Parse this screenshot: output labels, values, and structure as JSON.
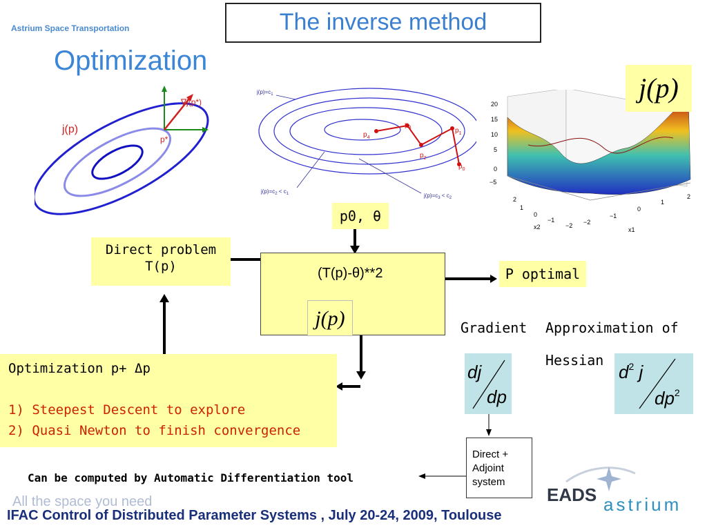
{
  "brand": "Astrium Space Transportation",
  "title": "The inverse method",
  "subtitle": "Optimization",
  "diagram_left": {
    "jp_label": "j(p)",
    "grad_label": "∇j(p*)",
    "pstar_label": "p*"
  },
  "contour_plot": {
    "labels": {
      "c1": "j(p)=c",
      "c1_sub": "1",
      "c2": "j(p)=c",
      "c2_sub": "2",
      "c2_tail": " < c",
      "c2_tail_sub": "1",
      "c3": "j(p)=c",
      "c3_sub": "3",
      "c3_tail": " < c",
      "c3_tail_sub": "2"
    },
    "points": [
      {
        "name": "p",
        "sub": "0"
      },
      {
        "name": "p",
        "sub": "1"
      },
      {
        "name": "p",
        "sub": "2"
      },
      {
        "name": "p",
        "sub": "3"
      },
      {
        "name": "p",
        "sub": "4"
      }
    ]
  },
  "surface_plot": {
    "z_ticks": [
      "20",
      "15",
      "10",
      "5",
      "0",
      "−5"
    ],
    "x2_ticks": [
      "2",
      "1",
      "0",
      "−1",
      "−2"
    ],
    "x1_ticks": [
      "−2",
      "−1",
      "0",
      "1",
      "2"
    ],
    "x2_label": "x2",
    "x1_label": "x1"
  },
  "jp_big": "j(p)",
  "direct_problem": {
    "line1": "Direct problem",
    "line2": "T(p)"
  },
  "cost": {
    "label": "(T(p)-θ)**2",
    "jp": "j(p)"
  },
  "p0_theta": "p0, θ",
  "p_optimal": "P optimal",
  "gradient_label": "Gradient",
  "hessian_label_1": "Approximation of",
  "hessian_label_2": "Hessian",
  "gradient_formula": {
    "num": "dj",
    "den": "dp"
  },
  "hessian_formula": {
    "num": "d",
    "num_sup": "2",
    "num_tail": " j",
    "den": "dp",
    "den_sup": "2"
  },
  "adjoint": {
    "line1": "Direct +",
    "line2": "Adjoint",
    "line3": "system"
  },
  "optimization": {
    "line1": "Optimization  p+ Δp",
    "line2": "1) Steepest Descent to explore",
    "line3": "2) Quasi Newton to finish convergence"
  },
  "auto_diff": "Can be computed by Automatic Differentiation tool",
  "tagline": "All the space you need",
  "footer": "IFAC Control of Distributed Parameter Systems , July 20-24, 2009, Toulouse",
  "logo": {
    "line1": "EADS",
    "line2": "astrium"
  },
  "colors": {
    "title_blue": "#3a7fd0",
    "yellow_box": "#ffffa6",
    "blue_box": "#bfe3e7",
    "red": "#cc2200",
    "footer_navy": "#1a2f7a"
  }
}
